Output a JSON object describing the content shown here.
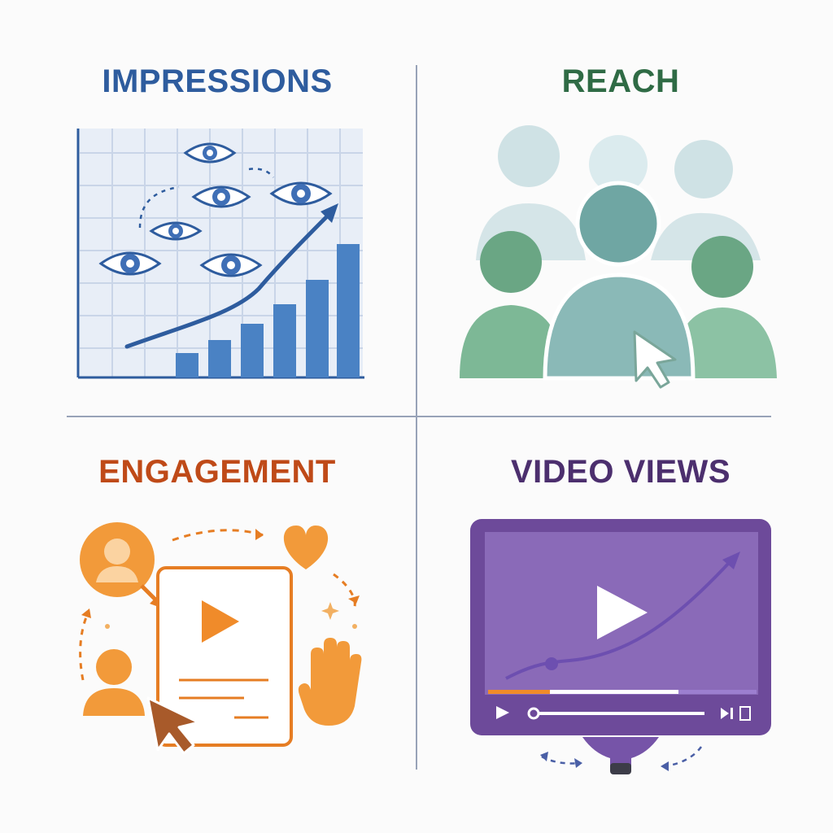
{
  "quadrants": [
    {
      "title": "IMPRESSIONS",
      "color": "#2e5c9e"
    },
    {
      "title": "REACH",
      "color": "#2f6b45"
    },
    {
      "title": "ENGAGEMENT",
      "color": "#bf4a18"
    },
    {
      "title": "VIDEO VIEWS",
      "color": "#4c2f6e"
    }
  ],
  "icons": {
    "impressions": [
      "grid-chart",
      "eye-icon",
      "trend-arrow-icon",
      "bar-chart"
    ],
    "reach": [
      "people-group-icon",
      "cursor-icon"
    ],
    "engagement": [
      "user-avatar-icon",
      "play-card-icon",
      "heart-icon",
      "hand-icon",
      "sparkle-icon",
      "cursor-icon"
    ],
    "video_views": [
      "video-player",
      "play-icon",
      "funnel-icon",
      "trend-line-icon"
    ]
  }
}
